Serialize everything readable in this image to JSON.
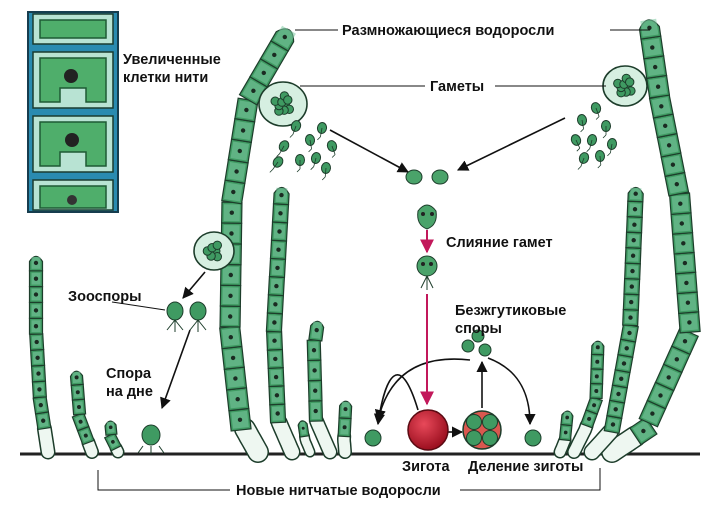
{
  "labels": {
    "enlarged_cells": "Увеличенные\nклетки нити",
    "reproducing_algae": "Размножающиеся водоросли",
    "gametes": "Гаметы",
    "gamete_fusion": "Слияние гамет",
    "zoospores": "Зооспоры",
    "flagellaless_spores": "Безжгутиковые\nспоры",
    "spore_on_bottom": "Спора\nна дне",
    "zygote": "Зигота",
    "zygote_division": "Деление зиготы",
    "new_filamentous_algae": "Новые нитчатые водоросли"
  },
  "colors": {
    "cell_fill": "#3f9a62",
    "cell_light": "#7cc9a0",
    "cell_outline": "#1d3d2b",
    "zygote_fill": "#c0182c",
    "fusion_arrow": "#c2185b",
    "ground": "#222222",
    "enlarged_fill": "#2e8fb0"
  }
}
